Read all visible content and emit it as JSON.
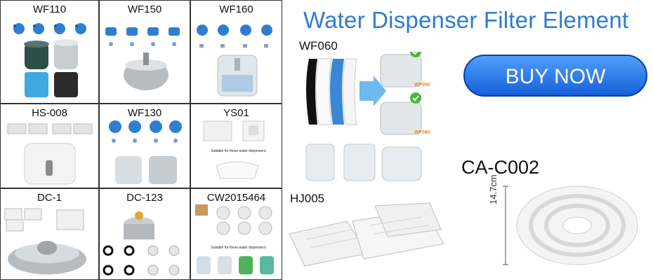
{
  "title": "Water Dispenser Filter Element",
  "buy_button": "BUY NOW",
  "grid_cells": [
    {
      "label": "WF110"
    },
    {
      "label": "WF150"
    },
    {
      "label": "WF160"
    },
    {
      "label": "HS-008"
    },
    {
      "label": "WF130"
    },
    {
      "label": "YS01"
    },
    {
      "label": "DC-1"
    },
    {
      "label": "DC-123"
    },
    {
      "label": "CW2015464"
    }
  ],
  "ys01_caption": "Suitable for these water dispensers:",
  "cw_caption": "Suitable for these water dispensers:",
  "wf060_label": "WF060",
  "wf050_tag": "WF050",
  "wf060_tag": "WF060",
  "hj005_label": "HJ005",
  "cac002_label": "CA-C002",
  "dimension": "14.7cm",
  "colors": {
    "title": "#2e7bd0",
    "button": "#1a6be0",
    "filter_blue": "#3b86d6",
    "check_green": "#4bb53a"
  }
}
